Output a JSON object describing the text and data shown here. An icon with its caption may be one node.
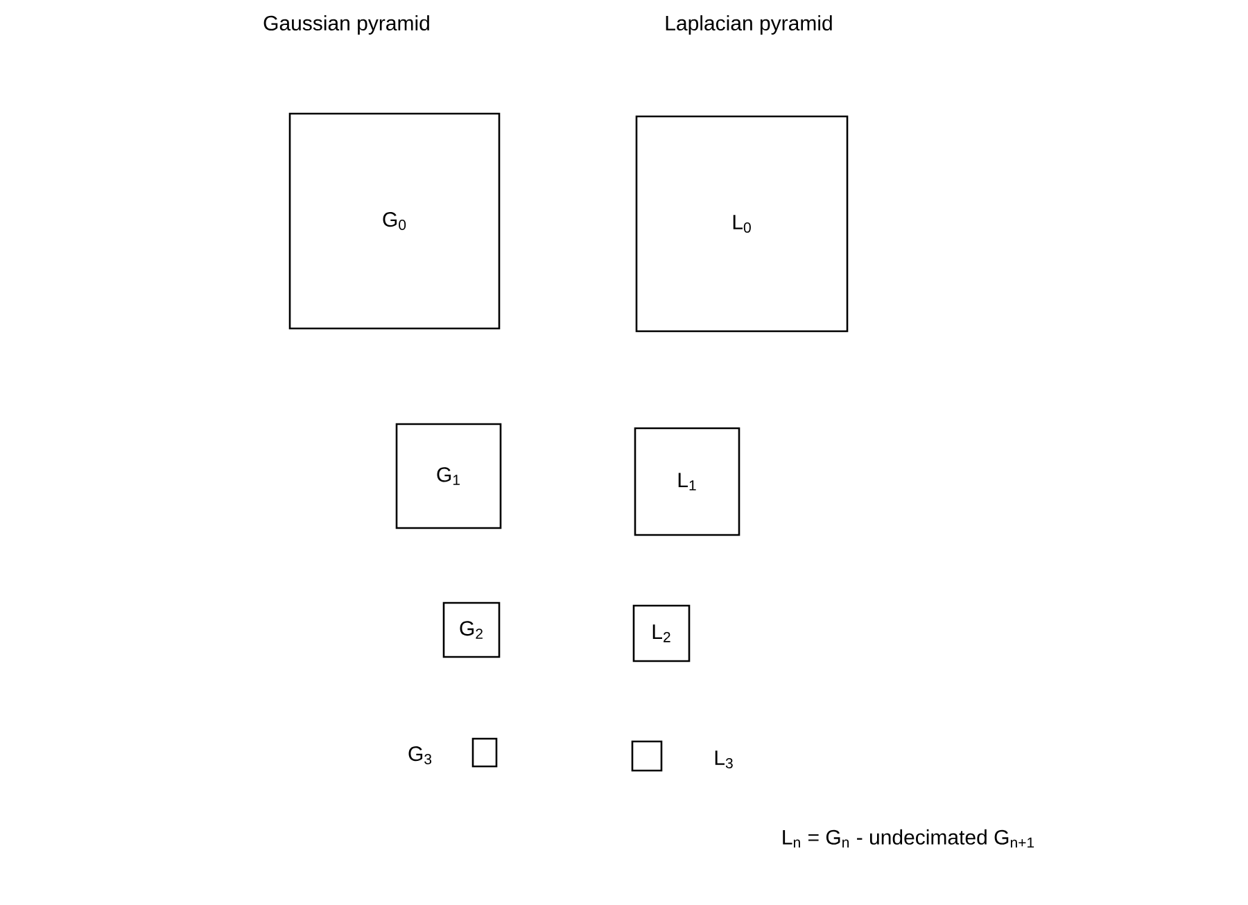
{
  "diagram": {
    "nodes": [
      {
        "text": [
          "G$_{0}$"
        ]
      },
      {
        "text": [
          "L$_{0}$"
        ]
      },
      {
        "text": [
          "G$_{1}$"
        ]
      },
      {
        "text": [
          "L$_{1}$"
        ]
      },
      {
        "text": [
          "G$_{2}$"
        ]
      },
      {
        "text": [
          "L$_{2}$"
        ]
      },
      {
        "text": [],
        "shape": "box",
        "beside": [
          "G$_{3}$"
        ]
      },
      {
        "text": [],
        "shape": "box",
        "beside": [
          "L$_{3}$"
        ]
      }
    ],
    "labels": [
      "Gaussian pyramid",
      "Laplacian pyramid",
      "L$_{n}$ = G$_{n}$ - undecimated G$_{n+1}$"
    ]
  }
}
